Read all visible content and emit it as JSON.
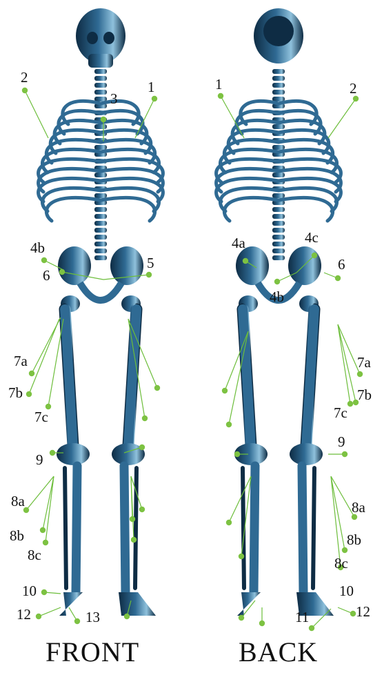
{
  "captions": {
    "front": "FRONT",
    "back": "BACK"
  },
  "colors": {
    "bone": "#2f6a93",
    "bone_light": "#8fc1dc",
    "bone_dark": "#0e2c44",
    "marker": "#7dc242",
    "marker_line": "#6cbd3a",
    "text": "#111111"
  },
  "front_labels": [
    {
      "text": "1"
    },
    {
      "text": "2"
    },
    {
      "text": "3"
    },
    {
      "text": "4b"
    },
    {
      "text": "5"
    },
    {
      "text": "6"
    },
    {
      "text": "7a"
    },
    {
      "text": "7b"
    },
    {
      "text": "7c"
    },
    {
      "text": "9"
    },
    {
      "text": "8a"
    },
    {
      "text": "8b"
    },
    {
      "text": "8c"
    },
    {
      "text": "10"
    },
    {
      "text": "12"
    },
    {
      "text": "13"
    }
  ],
  "back_labels": [
    {
      "text": "1"
    },
    {
      "text": "2"
    },
    {
      "text": "4a"
    },
    {
      "text": "4c"
    },
    {
      "text": "6"
    },
    {
      "text": "4b"
    },
    {
      "text": "7a"
    },
    {
      "text": "7b"
    },
    {
      "text": "7c"
    },
    {
      "text": "9"
    },
    {
      "text": "8a"
    },
    {
      "text": "8b"
    },
    {
      "text": "8c"
    },
    {
      "text": "10"
    },
    {
      "text": "11"
    },
    {
      "text": "12"
    }
  ]
}
